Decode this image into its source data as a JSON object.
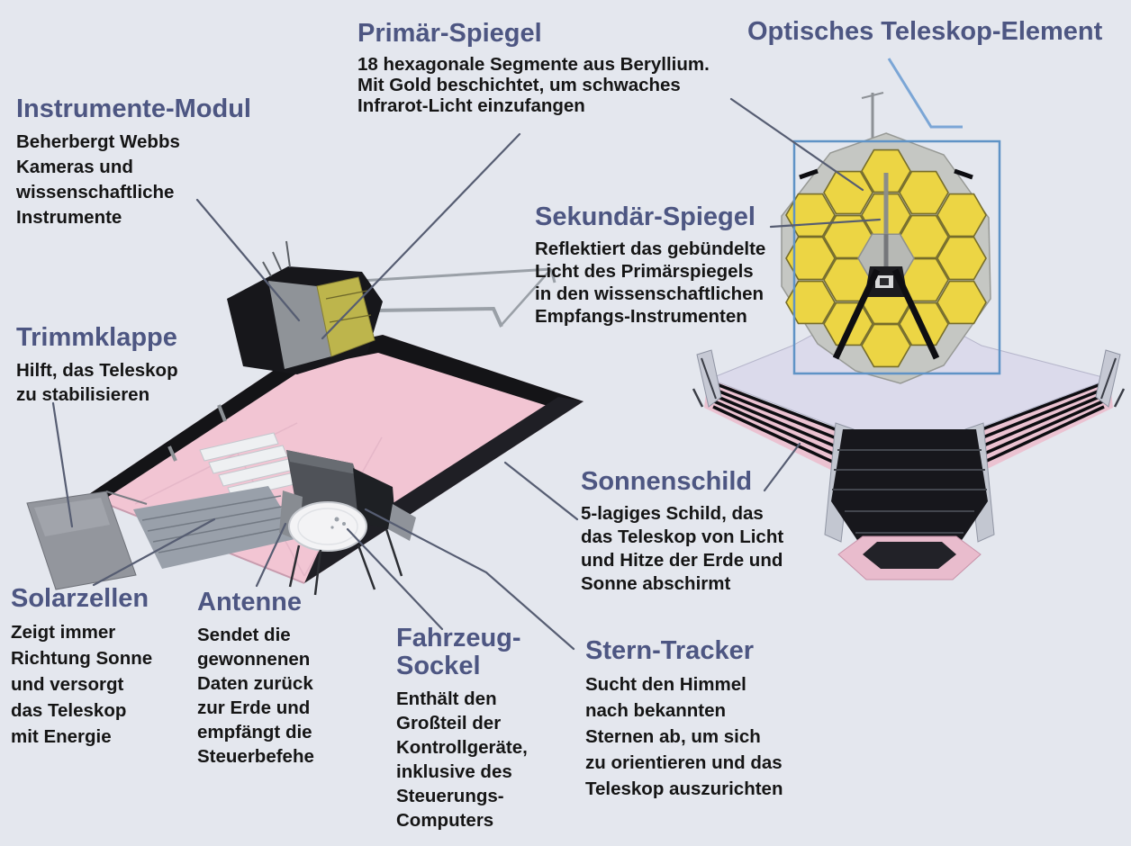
{
  "labels": [
    {
      "id": "instrumente-modul",
      "title": "Instrumente-Modul",
      "body": "Beherbergt Webbs\nKameras und\nwissenschaftliche\nInstrumente"
    },
    {
      "id": "primaer-spiegel",
      "title": "Primär-Spiegel",
      "body": "18 hexagonale Segmente aus Beryllium.\nMit Gold beschichtet, um schwaches\nInfrarot-Licht einzufangen"
    },
    {
      "id": "optisches-teleskop-element",
      "title": "Optisches Teleskop-Element",
      "body": ""
    },
    {
      "id": "sekundaer-spiegel",
      "title": "Sekundär-Spiegel",
      "body": "Reflektiert das gebündelte\nLicht des Primärspiegels\nin den wissenschaftlichen\nEmpfangs-Instrumenten"
    },
    {
      "id": "trimmklappe",
      "title": "Trimmklappe",
      "body": "Hilft, das Teleskop\nzu stabilisieren"
    },
    {
      "id": "sonnenschild",
      "title": "Sonnenschild",
      "body": "5-lagiges Schild, das\ndas Teleskop von Licht\nund Hitze der Erde und\nSonne abschirmt"
    },
    {
      "id": "solarzellen",
      "title": "Solarzellen",
      "body": "Zeigt immer\nRichtung Sonne\nund versorgt\ndas Teleskop\nmit Energie"
    },
    {
      "id": "antenne",
      "title": "Antenne",
      "body": "Sendet die\ngewonnenen\nDaten zurück\nzur Erde und\nempfängt die\nSteuerbefehe"
    },
    {
      "id": "fahrzeug-sockel",
      "title": "Fahrzeug-\nSockel",
      "body": "Enthält den\nGroßteil der\nKontrollgeräte,\ninklusive des\nSteuerungs-\nComputers"
    },
    {
      "id": "stern-tracker",
      "title": "Stern-Tracker",
      "body": "Sucht den Himmel\nnach bekannten\nSternen ab, um sich\nzu orientieren und das\nTeleskop auszurichten"
    }
  ],
  "colors": {
    "background": "#e4e7ee",
    "heading": "#4d5682",
    "body_text": "#151515",
    "leader_line": "#565d72",
    "optics_leader_blue": "#7ba6d6",
    "highlight_box_blue": "#5f93c6",
    "mirror_gold": "#ecd544",
    "sunshield_pink": "#f2c5d3",
    "shield_lavender": "#dbdaeb",
    "bottom_panel_pink": "#e9bccd"
  }
}
